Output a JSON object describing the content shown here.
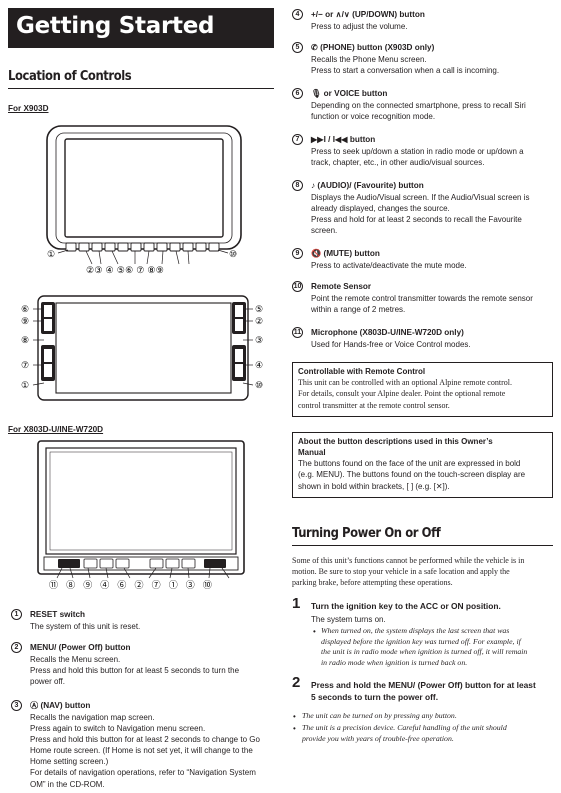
{
  "page_title": "Getting Started",
  "section_controls": {
    "title": "Location of Controls",
    "model_a": "For X903D",
    "model_b": "For X803D-U/INE-W720D"
  },
  "callouts": {
    "x903d_bottom_left": "①",
    "x903d_bottom_right": "⑩",
    "x903d_bottom_row": "②③ ④ ⑤⑥ ⑦ ⑧⑨",
    "x903d_side_left": [
      "⑥",
      "⑨",
      "⑧",
      "⑦",
      "①"
    ],
    "x903d_side_right": [
      "⑤",
      "②",
      "③",
      "④",
      "⑩"
    ],
    "x803d_bottom_row": "⑪ ⑧ ⑨ ④ ⑥ ② ⑦ ① ③ ⑩"
  },
  "left_items": [
    {
      "num": "1",
      "heading": "RESET switch",
      "body": "The system of this unit is reset."
    },
    {
      "num": "2",
      "heading": "MENU/ (Power Off) button",
      "body": "Recalls the Menu screen.\nPress and hold this button for at least 5 seconds to turn the\npower off."
    },
    {
      "num": "3",
      "heading": "Ⓐ (NAV) button",
      "body": "Recalls the navigation map screen.\nPress again to switch to Navigation menu screen.\nPress and hold this button for at least 2 seconds to change to Go\nHome route screen. (If Home is not set yet, it will change to the\nHome setting screen.)\nFor details of navigation operations, refer to “Navigation System\nOM” in the CD-ROM."
    }
  ],
  "right_items": [
    {
      "num": "4",
      "heading": "+/− or ∧/∨ (UP/DOWN) button",
      "body": "Press to adjust the volume."
    },
    {
      "num": "5",
      "heading": "✆ (PHONE) button (X903D only)",
      "body": "Recalls the Phone Menu screen.\nPress to start a conversation when a call is incoming."
    },
    {
      "num": "6",
      "heading": "🎙 or VOICE button",
      "body": "Depending on the connected smartphone, press to recall Siri\nfunction or voice recognition mode."
    },
    {
      "num": "7",
      "heading": "▶▶I / I◀◀ button",
      "body": "Press to seek up/down a station in radio mode or up/down a\ntrack, chapter, etc., in other audio/visual sources."
    },
    {
      "num": "8",
      "heading": "♪ (AUDIO)/ (Favourite) button",
      "body": "Displays the Audio/Visual screen. If the Audio/Visual screen is\nalready displayed, changes the source.\nPress and hold for at least 2 seconds to recall the Favourite\nscreen."
    },
    {
      "num": "9",
      "heading": "🔇 (MUTE) button",
      "body": "Press to activate/deactivate the mute mode."
    },
    {
      "num": "10",
      "heading": "Remote Sensor",
      "body": "Point the remote control transmitter towards the remote sensor\nwithin a range of 2 metres."
    },
    {
      "num": "11",
      "heading": "Microphone (X803D-U/INE-W720D only)",
      "body": "Used for Hands-free or Voice Control modes."
    }
  ],
  "box_remote": {
    "heading": "Controllable with Remote Control",
    "text": "This unit can be controlled with an optional Alpine remote control.\nFor details, consult your Alpine dealer. Point the optional remote\ncontrol transmitter at the remote control sensor."
  },
  "box_about": {
    "heading": "About the button descriptions used in this Owner’s\nManual",
    "text": "The buttons found on the face of the unit are expressed in bold\n(e.g. MENU). The buttons found on the touch-screen display are\nshown in bold within brackets, [ ] (e.g. [✕])."
  },
  "section_power": {
    "title": "Turning Power On or Off",
    "intro": "Some of this unit’s functions cannot be performed while the vehicle is in\nmotion. Be sure to stop your vehicle in a safe location and apply the\nparking brake, before attempting these operations.",
    "steps": [
      {
        "num": "1",
        "heading": "Turn the ignition key to the ACC or ON position.",
        "body": "The system turns on.",
        "note": "When turned on, the system displays the last screen that was\ndisplayed before the ignition key was turned off. For example, if\nthe unit is in radio mode when ignition is turned off, it will remain\nin radio mode when ignition is turned back on."
      },
      {
        "num": "2",
        "heading": "Press and hold the MENU/ (Power Off) button for at least\n5 seconds to turn the power off."
      }
    ],
    "notes": [
      "The unit can be turned on by pressing any button.",
      "The unit is a precision device. Careful handling of the unit should\nprovide you with years of trouble-free operation."
    ]
  },
  "colors": {
    "text": "#231f20",
    "panel": "#ffffff"
  }
}
